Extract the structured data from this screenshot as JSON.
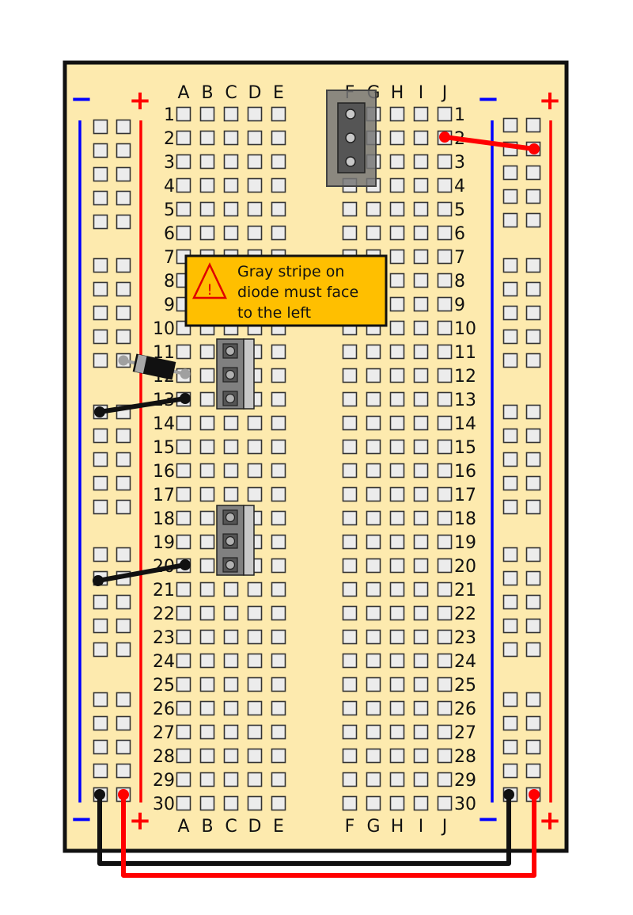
{
  "board": {
    "background": "#fdeaae",
    "border": "#111111",
    "hole_fill": "#ececec",
    "hole_stroke": "#333333"
  },
  "columns_left": [
    "A",
    "B",
    "C",
    "D",
    "E"
  ],
  "columns_right": [
    "F",
    "G",
    "H",
    "I",
    "J"
  ],
  "row_count": 30,
  "rails": {
    "minus_label": "−",
    "plus_label": "+",
    "minus_color": "#0000ff",
    "plus_color": "#ff0000"
  },
  "warning": {
    "lines": [
      "Gray stripe on",
      "diode must face",
      "to the left"
    ],
    "icon_symbol": "!",
    "fill": "#ffbf00",
    "icon": "warning-triangle-icon"
  },
  "colors": {
    "wire_red": "#ff0000",
    "wire_black": "#111111",
    "component_body": "#808080",
    "component_dark": "#555555"
  }
}
